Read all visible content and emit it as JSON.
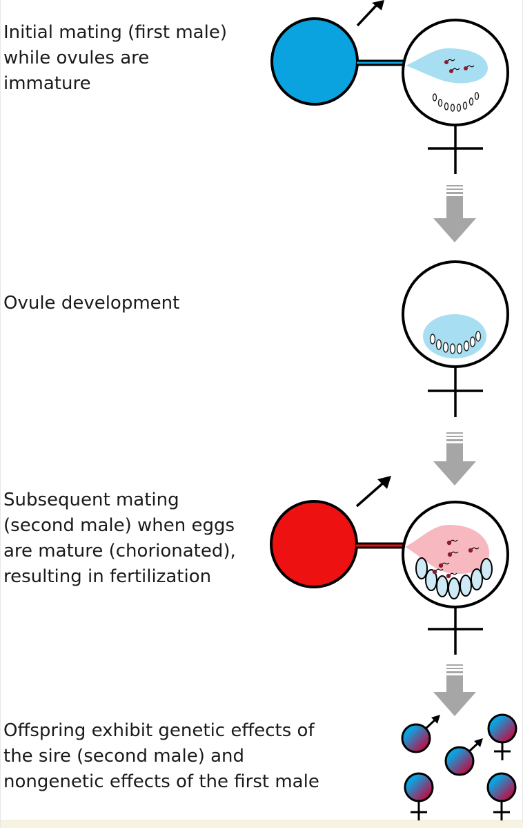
{
  "steps": [
    {
      "caption": "Initial mating (first male)\nwhile ovules are\nimmature"
    },
    {
      "caption": "Ovule development"
    },
    {
      "caption": "Subsequent mating\n(second male) when eggs\nare mature (chorionated),\nresulting in fertilization"
    },
    {
      "caption": "Offspring exhibit genetic effects of\nthe sire (second male) and\nnongenetic effects of the first male"
    }
  ],
  "colors": {
    "first_male": "#0aa3e0",
    "second_male": "#ee1111",
    "ejaculate_first": "#a8def2",
    "ejaculate_second": "#f7b9bf",
    "egg_fill": "#cdeaf6",
    "sperm": "#8c1a2b",
    "arrow": "#a6a6a6",
    "stroke": "#000000"
  }
}
